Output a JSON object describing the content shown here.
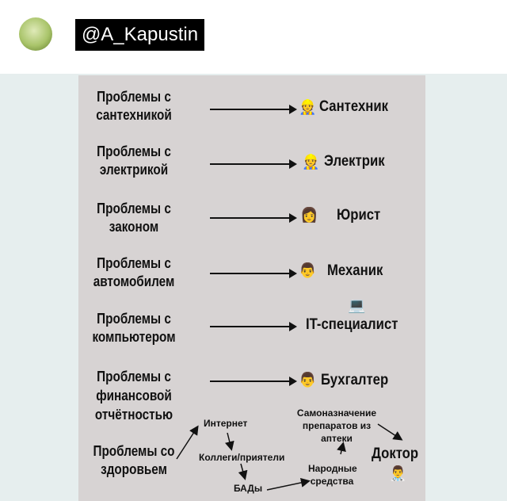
{
  "post": {
    "handle": "@A_Kapustin"
  },
  "meme": {
    "rows": [
      {
        "problem": "Проблемы с сантехникой",
        "professional": "Сантехник",
        "icon": "plumber-icon"
      },
      {
        "problem": "Проблемы с электрикой",
        "professional": "Электрик",
        "icon": "electrician-icon"
      },
      {
        "problem": "Проблемы с законом",
        "professional": "Юрист",
        "icon": "lawyer-icon"
      },
      {
        "problem": "Проблемы с автомобилем",
        "professional": "Механик",
        "icon": "mechanic-icon"
      },
      {
        "problem": "Проблемы с компьютером",
        "professional": "IT-специалист",
        "icon": "computer-icon"
      },
      {
        "problem": "Проблемы с финансовой отчётностью",
        "professional": "Бухгалтер",
        "icon": "accountant-icon"
      }
    ],
    "health": {
      "problem": "Проблемы со здоровьем",
      "internet": "Интернет",
      "colleagues": "Коллеги/приятели",
      "supplements": "БАДы",
      "folk": "Народные средства",
      "self": "Самоназначение препаратов из аптеки",
      "doctor": "Доктор"
    }
  }
}
